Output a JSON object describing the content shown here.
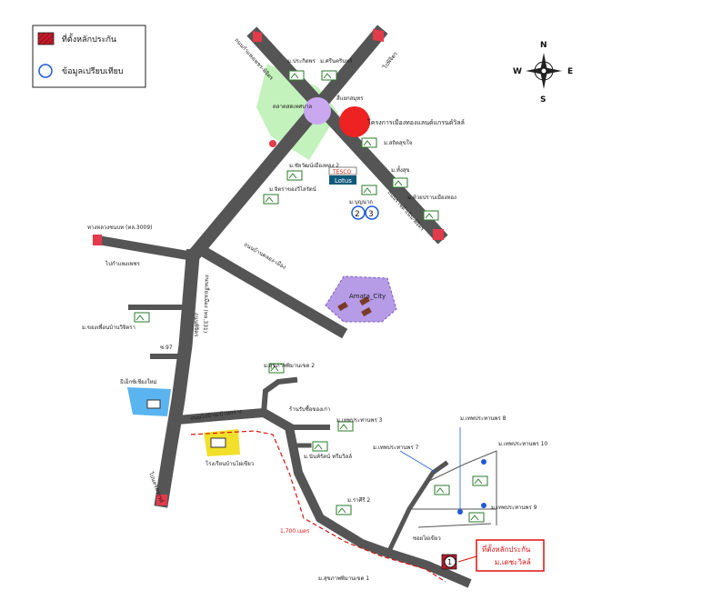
{
  "legend": {
    "site_label": "ที่ตั้งหลักประกัน",
    "compare_label": "ข้อมูลเปรียบเทียบ"
  },
  "compass": {
    "n": "N",
    "s": "S",
    "e": "E",
    "w": "W"
  },
  "roads": {
    "road_nw": "ถนนกำแพงเพชร-พิจิตร",
    "road_ne": "ไปพิจิตร",
    "road_diag_se": "ถนนราชดำเนิน-พิจิตร",
    "road_3009": "ทางหลวงชนบท (ทล.3009)",
    "road_331": "ถนนเลี่ยงเมือง (ทล.331)",
    "road_left_label": "ไปกำแพงเพชร",
    "road_south": "ไปนครสวรรค์",
    "road_east_branch": "ถนนบ้านคลอง-เมือง",
    "road_bottom_mid": "ซอยไผ่เขียว",
    "road_side_left": "ถนนพิจิตร",
    "road_s_mid": "ถนนไปบ้าน-บ้านกร่าง",
    "road_97": "ซ.97"
  },
  "places": {
    "market": "ตลาดสดเทศบาล",
    "junction": "สี่แยกสมุทร",
    "hotel_project": "โครงการเมืองทองแลนด์แกรนด์วิลล์",
    "m_prakit": "ม.ประกิตพร",
    "m_srinakarin": "ม.ศรีนครินทร์",
    "m_sathit": "ม.สถิตสุขใจ",
    "m_chaiwat": "ม.ชัยวัฒน์เมืองทอง 2",
    "tesco": "TESCO",
    "lotus": "Lotus",
    "m_sangsuk": "ม.ทั้งสุข",
    "m_chitra": "ม.จิตราของวิไลรัตน์",
    "m_huai": "ม.ห้วยปราบเมืองทอง",
    "m_bunnarat": "ม.บุญนาถ",
    "amata": "Amata_City",
    "m_chit": "ม.ของเพื่อนบ้านวิจิตรา",
    "school": "ธีเอ็กซ์เชียงใหม่",
    "m_suphap": "ม.สุขภาพพิมานเขต 2",
    "ban_tao": "ร้านรับซื้อของเก่า",
    "m_thep3": "ม.เทพประทานพร 3",
    "m_nan": "ม.นันท์รัตน์ ทรีมวิลล์",
    "school2": "โรงเรียนบ้านไผ่เขียว",
    "m_thep8": "ม.เทพประทานพร 8",
    "m_thep10": "ม.เทพประทานพร 10",
    "m_thep7": "ม.เทพประทานพร 7",
    "m_thep9": "ม.เทพประทานพร 9",
    "m_rasi": "ม.ราศีรี 2",
    "m_suphap1": "ม.สุขภาพพิมานเขต 1",
    "distance": "1,700 เมตร",
    "site_box_line1": "ที่ตั้งหลักประกัน",
    "site_box_line2": "ม.เดชะวิลล์",
    "num1": "1",
    "num2": "2",
    "num3": "3"
  },
  "colors": {
    "road": "#555555",
    "market": "#b9f0b0",
    "junction": "#c9a8f0",
    "hotel": "#ee2222",
    "amata": "#b69be6",
    "lake": "#5ab4f0",
    "school2": "#f3e02a",
    "site_red": "#d11111",
    "compare_blue": "#1f5ad6"
  }
}
